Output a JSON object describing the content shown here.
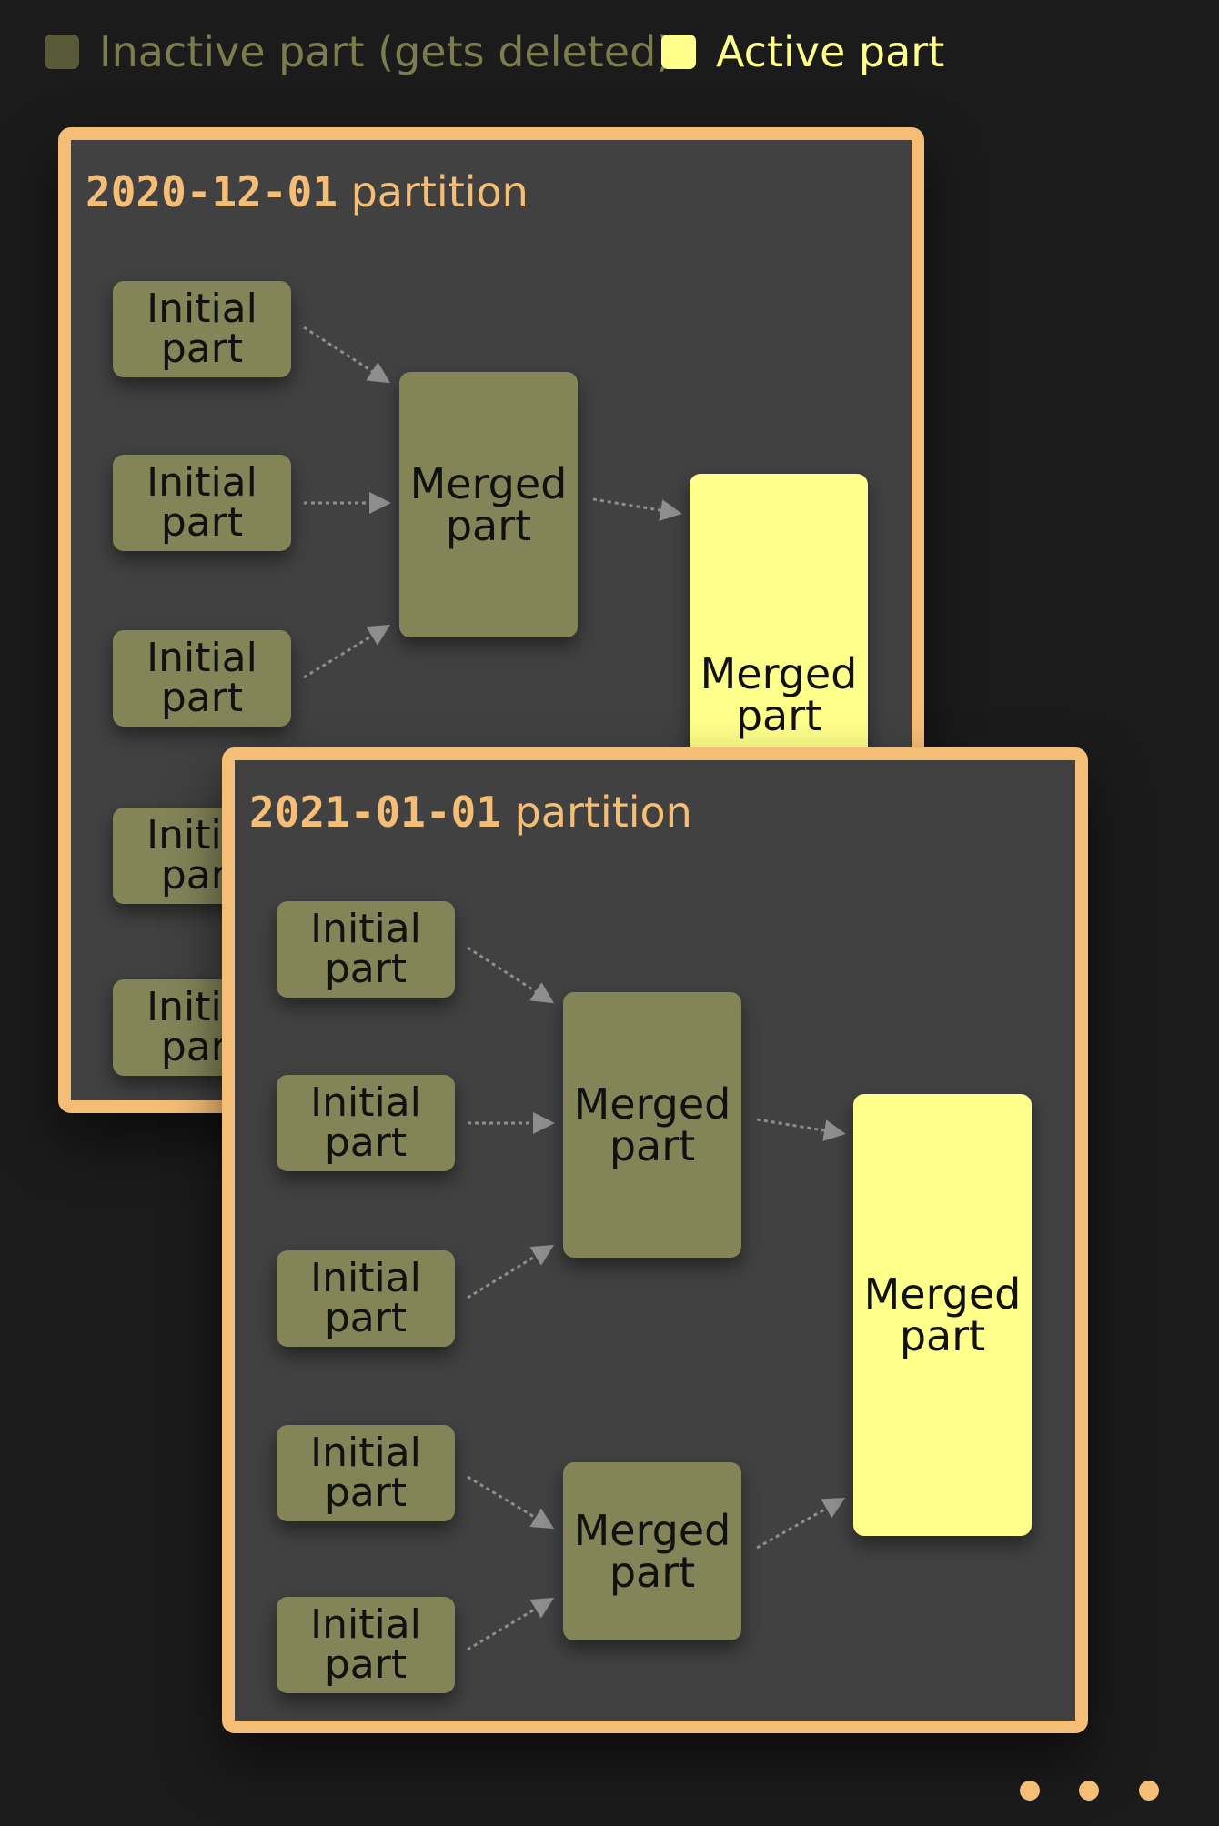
{
  "legend": {
    "inactive_label": "Inactive part (gets deleted)",
    "active_label": "Active part"
  },
  "colors": {
    "background": "#1b1b1b",
    "panel": "#414141",
    "panel_border": "#f5be76",
    "inactive_part": "#838559",
    "active_part": "#ffff8b",
    "arrow": "#8e8e8e"
  },
  "part_labels": {
    "initial_line1": "Initial",
    "initial_line2": "part",
    "merged_line1": "Merged",
    "merged_line2": "part"
  },
  "partitions": [
    {
      "date": "2020-12-01",
      "suffix": " partition"
    },
    {
      "date": "2021-01-01",
      "suffix": " partition"
    }
  ],
  "more_indicator": [
    "dot",
    "dot",
    "dot"
  ]
}
